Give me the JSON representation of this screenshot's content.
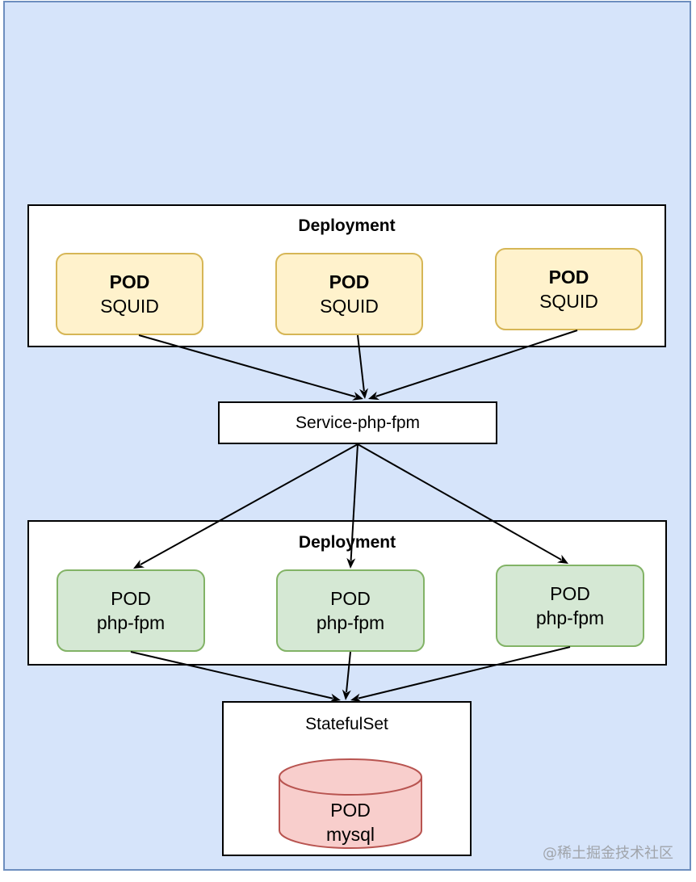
{
  "diagram": {
    "top_deployment": {
      "title": "Deployment",
      "pods": [
        {
          "line1": "POD",
          "line2": "SQUID"
        },
        {
          "line1": "POD",
          "line2": "SQUID"
        },
        {
          "line1": "POD",
          "line2": "SQUID"
        }
      ]
    },
    "service": {
      "label": "Service-php-fpm"
    },
    "bottom_deployment": {
      "title": "Deployment",
      "pods": [
        {
          "line1": "POD",
          "line2": "php-fpm"
        },
        {
          "line1": "POD",
          "line2": "php-fpm"
        },
        {
          "line1": "POD",
          "line2": "php-fpm"
        }
      ]
    },
    "statefulset": {
      "title": "StatefulSet",
      "db": {
        "line1": "POD",
        "line2": "mysql"
      }
    }
  },
  "watermark": "@稀土掘金技术社区",
  "colors": {
    "canvas_bg": "#d6e4fa",
    "canvas_border": "#6d8ebf",
    "squid_fill": "#fff2cc",
    "squid_border": "#d6b656",
    "phpfpm_fill": "#d5e8d4",
    "phpfpm_border": "#82b366",
    "mysql_fill": "#f8cecc",
    "mysql_border": "#b85450"
  }
}
